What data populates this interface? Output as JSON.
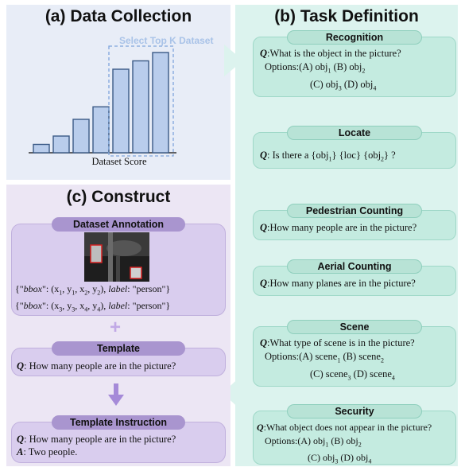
{
  "panel_a": {
    "title": "(a) Data Collection",
    "select_label": "Select Top K Dataset",
    "axis_label": "Dataset Score"
  },
  "chart_data": {
    "type": "bar",
    "values": [
      1,
      2,
      4,
      5.5,
      10,
      11,
      12
    ],
    "highlighted": [
      false,
      false,
      false,
      false,
      true,
      true,
      true
    ],
    "xlabel": "Dataset Score",
    "annotation": "Select Top K Dataset"
  },
  "panel_b": {
    "title": "(b) Task Definition",
    "tasks": [
      {
        "name": "Recognition",
        "question": ":What is the object in the picture?",
        "options_prefix": "Options:",
        "options": [
          [
            "(A) obj",
            "1",
            "  (B) obj",
            "2"
          ],
          [
            "(C) obj",
            "3",
            "  (D) obj",
            "4"
          ]
        ]
      },
      {
        "name": "Locate",
        "question": ": Is there a  {obj",
        "q_sub1": "1",
        "q_mid": "}  {loc}  {obj",
        "q_sub2": "2",
        "q_end": "}  ?"
      },
      {
        "name": "Pedestrian Counting",
        "question": ":How many people are in the picture?"
      },
      {
        "name": "Aerial Counting",
        "question": ":How many planes are in the picture?"
      },
      {
        "name": "Scene",
        "question": ":What type of scene is in the picture?",
        "options_prefix": "Options:",
        "options": [
          [
            "(A) scene",
            "1",
            "  (B) scene",
            "2"
          ],
          [
            "(C) scene",
            "3",
            "  (D) scene",
            "4"
          ]
        ]
      },
      {
        "name": "Security",
        "question": ":What object does not appear in the picture?",
        "options_prefix": "Options:",
        "options": [
          [
            "(A) obj",
            "1",
            "  (B) obj",
            "2"
          ],
          [
            "(C) obj",
            "3",
            "  (D) obj",
            "4"
          ]
        ]
      }
    ],
    "q_symbol": "Q"
  },
  "panel_c": {
    "title": "(c) Construct",
    "annotation_header": "Dataset Annotation",
    "bbox_lines": [
      {
        "open": "{\"",
        "key": "bbox",
        "mid": "\": (x",
        "s1": "1",
        "c1": ", y",
        "s2": "1",
        "c2": ", x",
        "s3": "2",
        "c3": ", y",
        "s4": "2",
        "end": "), ",
        "lab": "label",
        "tail": ": \"person\"}"
      },
      {
        "open": "{\"",
        "key": "bbox",
        "mid": "\": (x",
        "s1": "3",
        "c1": ", y",
        "s2": "3",
        "c2": ", x",
        "s3": "4",
        "c3": ", y",
        "s4": "4",
        "end": "), ",
        "lab": "label",
        "tail": ": \"person\"}"
      }
    ],
    "plus": "+",
    "template_header": "Template",
    "template_q": ": How many people are in the picture?",
    "instruction_header": "Template Instruction",
    "instruction_q": ": How many people are in the picture?",
    "instruction_a": ": Two people.",
    "q_symbol": "Q",
    "a_symbol": "A"
  }
}
